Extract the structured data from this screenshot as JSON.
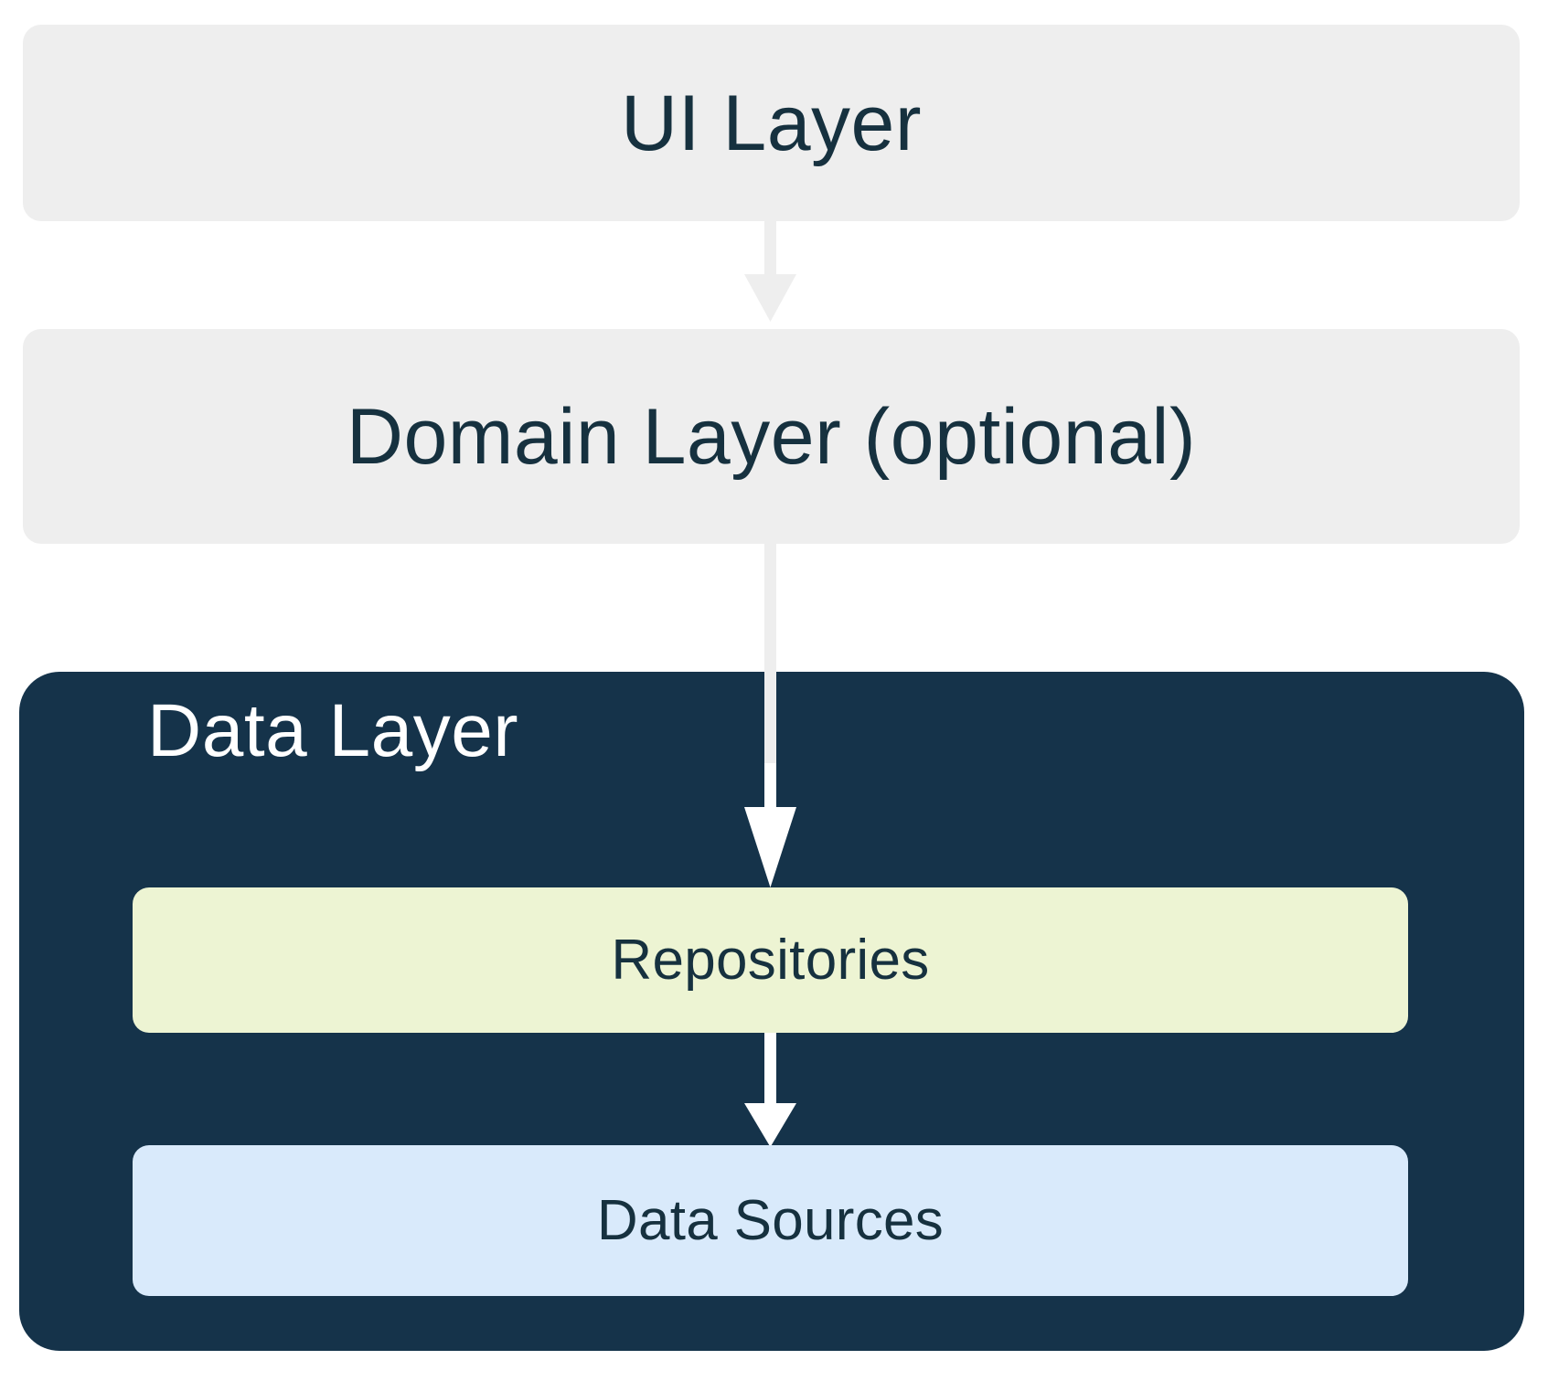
{
  "diagram": {
    "title": "Android app architecture layers",
    "type": "layered-architecture-flow",
    "background_color": "#ffffff"
  },
  "layers": [
    {
      "id": "ui-layer",
      "label": "UI Layer",
      "fill_color": "#eeeeee",
      "text_color": "#16313f"
    },
    {
      "id": "domain-layer",
      "label": "Domain Layer (optional)",
      "fill_color": "#eeeeee",
      "text_color": "#16313f"
    },
    {
      "id": "data-layer",
      "label": "Data Layer",
      "fill_color": "#15334a",
      "text_color": "#ffffff"
    }
  ],
  "data_layer_children": [
    {
      "id": "repositories",
      "label": "Repositories",
      "fill_color": "#edf4d3",
      "text_color": "#16313f"
    },
    {
      "id": "data-sources",
      "label": "Data Sources",
      "fill_color": "#d9eafb",
      "text_color": "#16313f"
    }
  ],
  "arrows": [
    {
      "id": "arrow-ui-to-domain",
      "from": "ui-layer",
      "to": "domain-layer",
      "color": "#eeeeee",
      "direction": "down"
    },
    {
      "id": "arrow-domain-to-repositories",
      "from": "domain-layer",
      "to": "repositories",
      "color": "#eeeeee",
      "direction": "down"
    },
    {
      "id": "arrow-repositories-to-data-sources",
      "from": "repositories",
      "to": "data-sources",
      "color": "#ffffff",
      "direction": "down"
    }
  ]
}
